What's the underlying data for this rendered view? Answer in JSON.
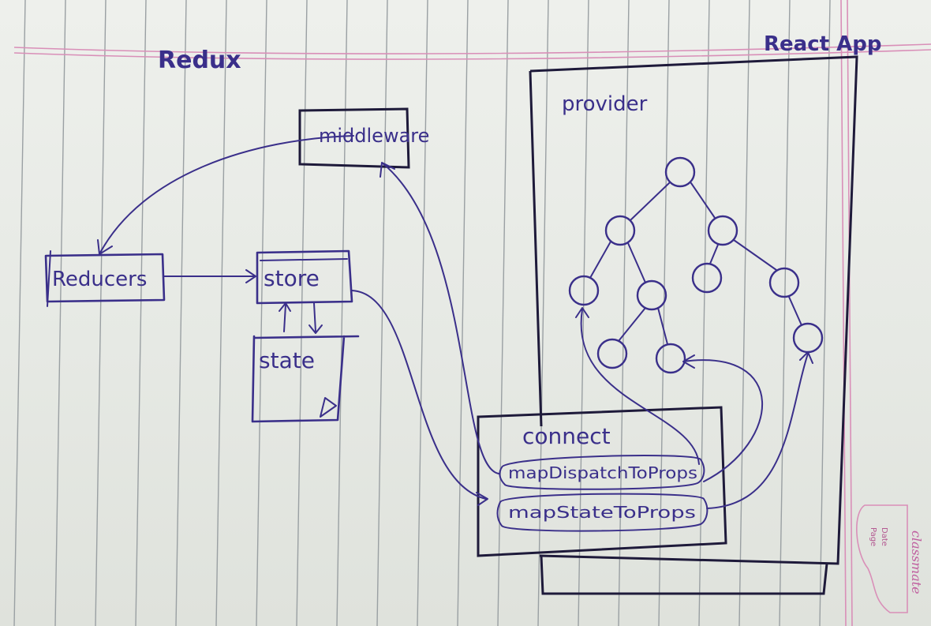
{
  "labels": {
    "redux": "Redux",
    "react_app": "React App",
    "provider": "provider",
    "middleware": "middleware",
    "reducers": "Reducers",
    "store": "store",
    "state": "state",
    "connect": "connect",
    "map_dispatch": "mapDispatchToProps",
    "map_state": "mapStateToProps"
  },
  "notebook": {
    "brand": "classmate",
    "date_label": "Date",
    "page_label": "Page"
  },
  "colors": {
    "ink": "#3a2f8a",
    "dark_ink": "#1e1a3a",
    "margin_pink": "#d98fb8",
    "paper": "#e9ebe6"
  }
}
